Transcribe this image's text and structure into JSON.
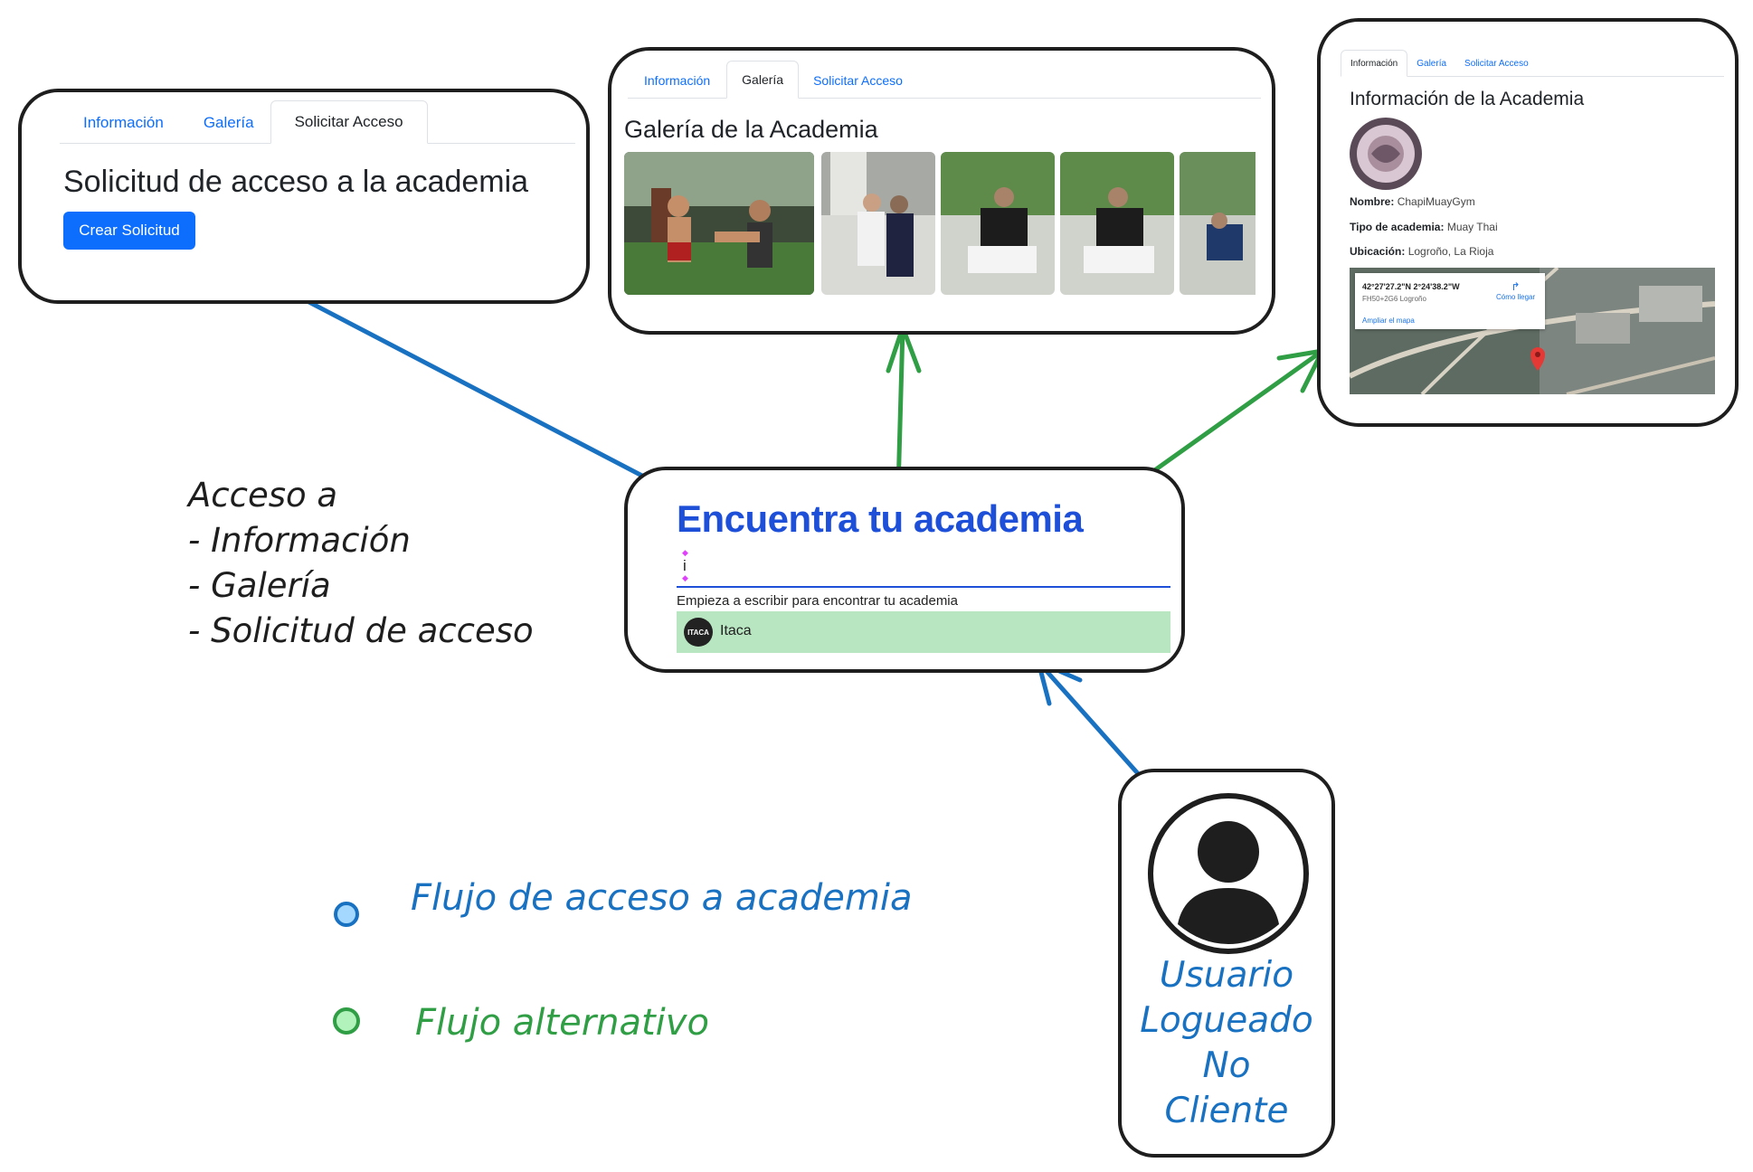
{
  "request_panel": {
    "tabs": [
      "Información",
      "Galería",
      "Solicitar Acceso"
    ],
    "active_tab": "Solicitar Acceso",
    "heading": "Solicitud de acceso a la academia",
    "button": "Crear Solicitud"
  },
  "gallery_panel": {
    "tabs": [
      "Información",
      "Galería",
      "Solicitar Acceso"
    ],
    "active_tab": "Galería",
    "heading": "Galería de la Academia"
  },
  "info_panel": {
    "tabs": [
      "Información",
      "Galería",
      "Solicitar Acceso"
    ],
    "active_tab": "Información",
    "heading": "Información de la Academia",
    "fields": [
      {
        "label": "Nombre:",
        "value": "ChapiMuayGym"
      },
      {
        "label": "Tipo de academia:",
        "value": "Muay Thai"
      },
      {
        "label": "Ubicación:",
        "value": "Logroño, La Rioja"
      }
    ],
    "map": {
      "coords": "42°27'27.2\"N 2°24'38.2\"W",
      "plus_code": "FH50+2G6 Logroño",
      "directions": "Cómo llegar",
      "enlarge": "Ampliar el mapa"
    }
  },
  "search_panel": {
    "title": "Encuentra tu academia",
    "input_value": "i",
    "hint": "Empieza a escribir para encontrar tu academia",
    "result": {
      "logo_text": "ITACA",
      "name": "Itaca"
    }
  },
  "access_note": [
    "Acceso a",
    "- Información",
    "- Galería",
    "- Solicitud de acceso"
  ],
  "legend": [
    {
      "label": "Flujo de acceso a academia",
      "color": "#1971c2",
      "fill": "#a5d8ff"
    },
    {
      "label": "Flujo alternativo",
      "color": "#2f9e44",
      "fill": "#b2f2bb"
    }
  ],
  "actor": {
    "lines": [
      "Usuario",
      "Logueado",
      "No",
      "Cliente"
    ],
    "icon": "user-icon"
  },
  "colors": {
    "primary": "#0d6efd",
    "blue_flow": "#1971c2",
    "green_flow": "#2f9e44",
    "result_bg": "#b8e6c1",
    "title_blue": "#1d4fd8"
  }
}
